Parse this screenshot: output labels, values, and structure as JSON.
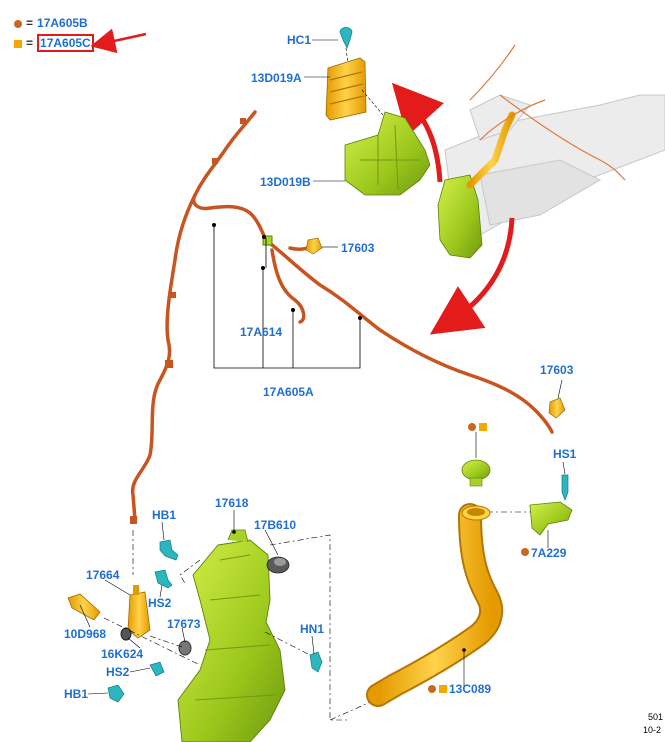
{
  "legend": [
    {
      "symbol": "dot",
      "color": "#c8691f",
      "equals": "=",
      "part": "17A605B",
      "highlighted": false
    },
    {
      "symbol": "square",
      "color": "#f5a800",
      "equals": "=",
      "part": "17A605C",
      "highlighted": true
    }
  ],
  "labels": {
    "hc1": "HC1",
    "p13d019a": "13D019A",
    "p13d019b": "13D019B",
    "p17603_top": "17603",
    "p17a614": "17A614",
    "p17a605a": "17A605A",
    "p17603_right": "17603",
    "hs1": "HS1",
    "p7a229": "7A229",
    "p17618": "17618",
    "hb1_top": "HB1",
    "p17b610": "17B610",
    "p17664": "17664",
    "hs2_top": "HS2",
    "p10d968": "10D968",
    "p17673": "17673",
    "hn1": "HN1",
    "p16k624": "16K624",
    "hs2_bottom": "HS2",
    "hb1_bottom": "HB1",
    "p13c089": "13C089"
  },
  "corner_text": [
    "501",
    "10-2"
  ],
  "colors": {
    "label_blue": "#1f6fd0",
    "hose_orange": "#c8541f",
    "part_yellow": "#f5b400",
    "reservoir_green": "#a8d22a",
    "fastener_teal": "#2bb6c0",
    "arrow_red": "#e31b1b"
  }
}
